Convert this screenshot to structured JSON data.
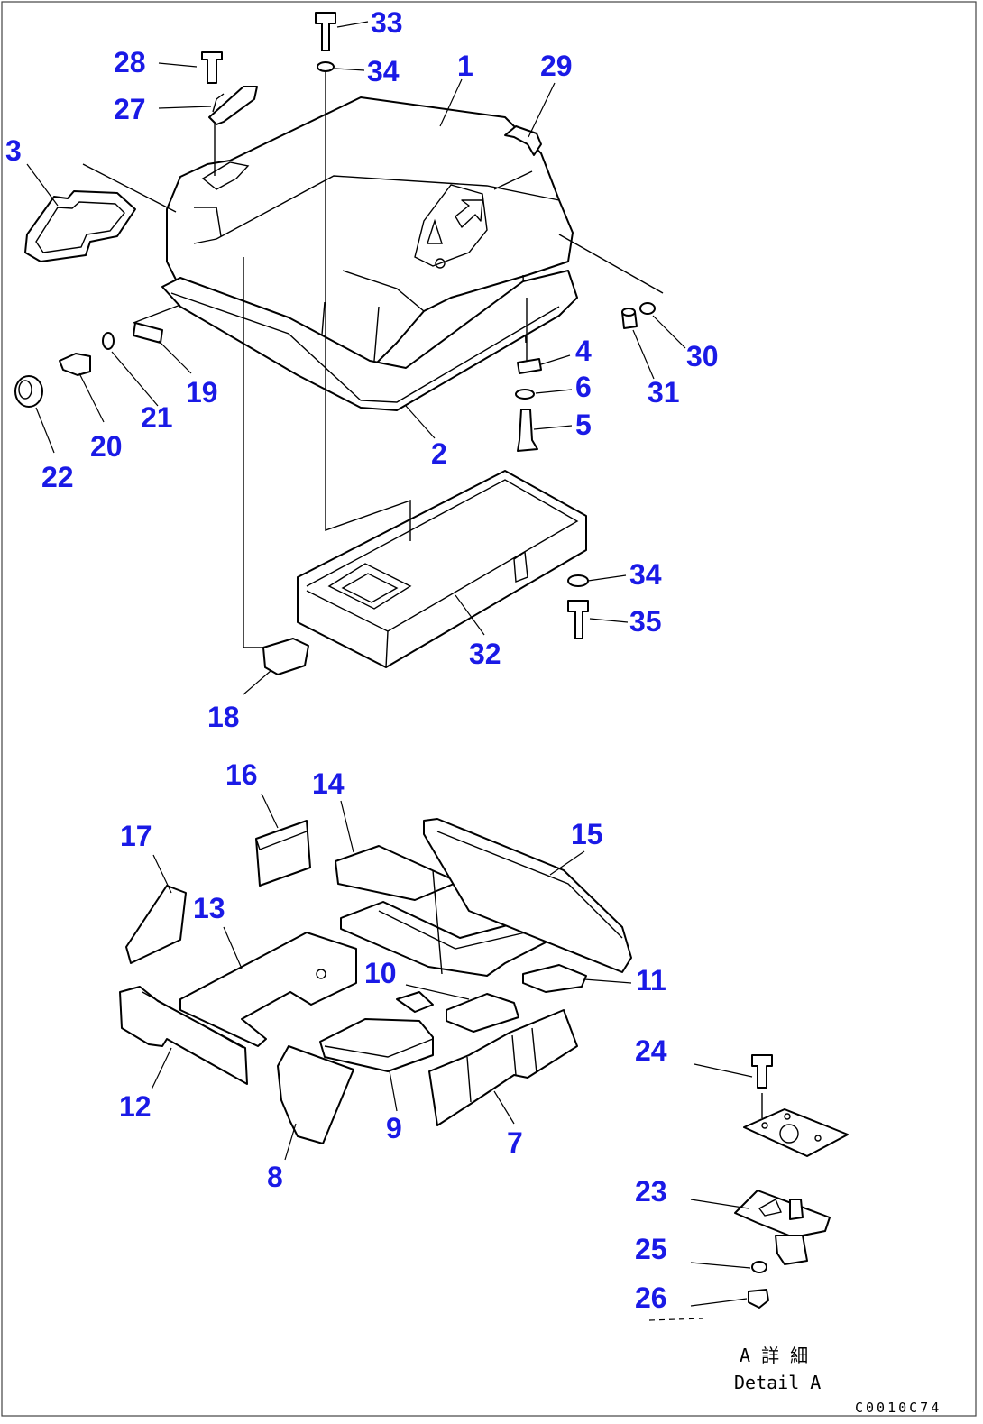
{
  "callouts": {
    "n1": "1",
    "n2": "2",
    "n3": "3",
    "n4": "4",
    "n5": "5",
    "n6": "6",
    "n7": "7",
    "n8": "8",
    "n9": "9",
    "n10": "10",
    "n11": "11",
    "n12": "12",
    "n13": "13",
    "n14": "14",
    "n15": "15",
    "n16": "16",
    "n17": "17",
    "n18": "18",
    "n19": "19",
    "n20": "20",
    "n21": "21",
    "n22": "22",
    "n23": "23",
    "n24": "24",
    "n25": "25",
    "n26": "26",
    "n27": "27",
    "n28": "28",
    "n29": "29",
    "n30": "30",
    "n31": "31",
    "n32": "32",
    "n33": "33",
    "n34a": "34",
    "n34b": "34",
    "n35": "35"
  },
  "detail": {
    "label_jp": "A 詳 細",
    "label_en": "Detail A"
  },
  "figure_code": "C0010C74",
  "colors": {
    "callout": "#1a1ae6",
    "line": "#000000"
  }
}
